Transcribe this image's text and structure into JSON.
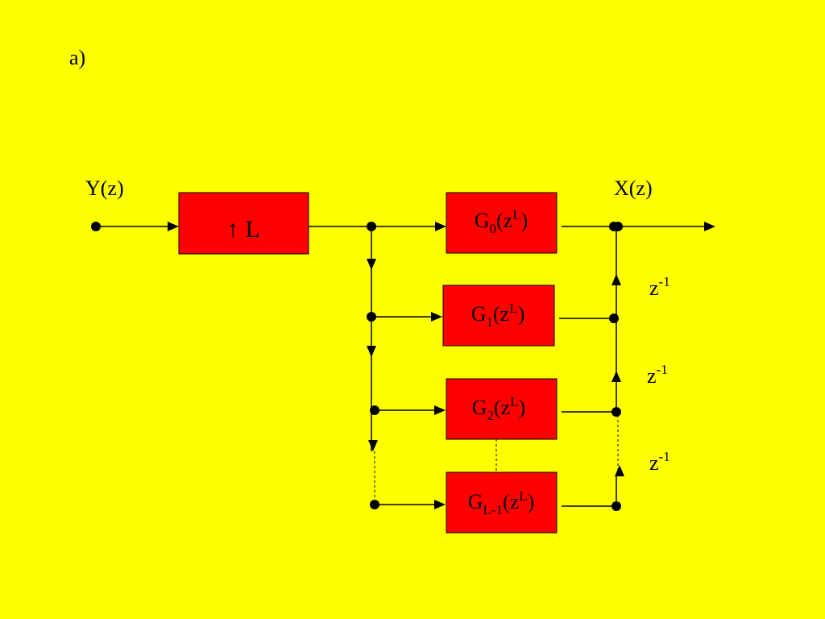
{
  "slide": {
    "label": "a)",
    "background": "#ffff00",
    "block_color": "#ff0000"
  },
  "input": {
    "text": "Y(z)"
  },
  "output": {
    "text": "X(z)"
  },
  "upsampler": {
    "arrow": "↑",
    "factor": "L"
  },
  "filters": [
    {
      "base": "G",
      "sub": "0",
      "arg": "(z",
      "sup": "L",
      "close": ")"
    },
    {
      "base": "G",
      "sub": "1",
      "arg": "(z",
      "sup": "L",
      "close": ")"
    },
    {
      "base": "G",
      "sub": "2",
      "arg": "(z",
      "sup": "L",
      "close": ")"
    },
    {
      "base": "G",
      "sub": "L-1",
      "arg": "(z",
      "sup": "L",
      "close": ")"
    }
  ],
  "delays": [
    {
      "base": "z",
      "sup": "-1"
    },
    {
      "base": "z",
      "sup": "-1"
    },
    {
      "base": "z",
      "sup": "-1"
    }
  ]
}
